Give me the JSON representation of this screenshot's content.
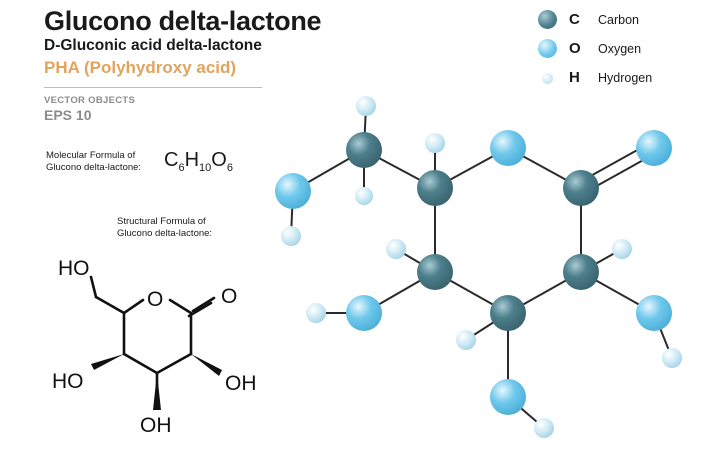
{
  "header": {
    "title": "Glucono delta-lactone",
    "subtitle": "D-Gluconic acid delta-lactone",
    "tagline": "PHA  (Polyhydroxy acid)",
    "vector_label": "VECTOR OBJECTS",
    "eps_label": "EPS 10"
  },
  "molecular": {
    "label_line1": "Molecular Formula of",
    "label_line2": "Glucono delta-lactone:",
    "formula": [
      {
        "t": "C",
        "sub": "6"
      },
      {
        "t": "H",
        "sub": "10"
      },
      {
        "t": "O",
        "sub": "6"
      }
    ]
  },
  "structural": {
    "label_line1": "Structural  Formula of",
    "label_line2": "Glucono delta-lactone:",
    "group_ho_top": "HO",
    "ring_o": "O",
    "carbonyl_o": "O",
    "group_ho_left": "HO",
    "group_oh_right": "OH",
    "group_oh_bottom": "OH"
  },
  "legend": [
    {
      "symbol": "C",
      "name": "Carbon",
      "color": "#4d7f8c",
      "size": 19
    },
    {
      "symbol": "O",
      "name": "Oxygen",
      "color": "#6fc8ec",
      "size": 19
    },
    {
      "symbol": "H",
      "name": "Hydrogen",
      "color": "#cde9f4",
      "size": 11
    }
  ],
  "colors": {
    "carbon": "#4d7f8c",
    "oxygen": "#6fc8ec",
    "hydrogen": "#cde9f4",
    "accent": "#e0a45f"
  }
}
